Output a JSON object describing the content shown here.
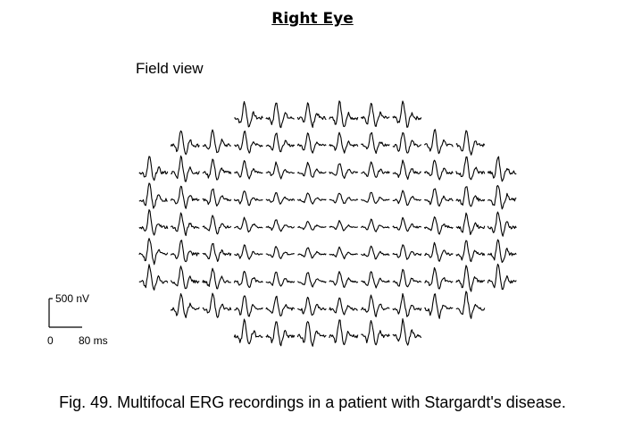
{
  "heading": "Right Eye",
  "view_label": "Field view",
  "scale_bar": {
    "amplitude_label": "500 nV",
    "time_start_label": "0",
    "time_end_label": "80 ms"
  },
  "caption": "Fig. 49.  Multifocal ERG recordings in a patient with Stargardt's disease.",
  "trace_array": {
    "row_trace_counts": [
      6,
      10,
      12,
      12,
      12,
      12,
      12,
      10,
      6
    ],
    "central_response_reduced": true
  }
}
